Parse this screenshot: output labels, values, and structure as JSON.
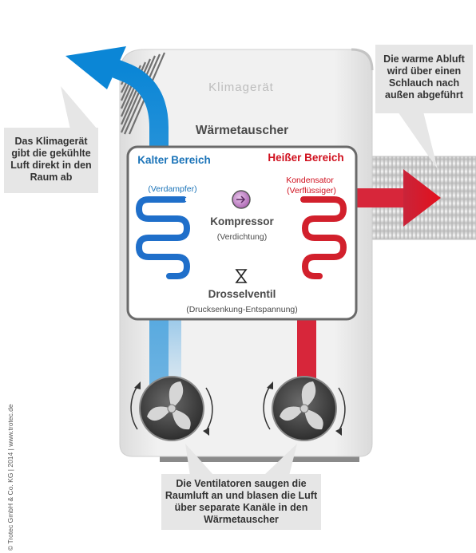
{
  "device": {
    "title": "Klimagerät",
    "heat_exchanger_title": "Wärmetauscher"
  },
  "zones": {
    "cold_label": "Kalter Bereich",
    "hot_label": "Heißer Bereich"
  },
  "components": {
    "evaporator": "(Verdampfer)",
    "condenser_line1": "Kondensator",
    "condenser_line2": "(Verflüssiger)",
    "compressor": "Kompressor",
    "compressor_sub": "(Verdichtung)",
    "valve": "Drosselventil",
    "valve_sub": "(Drucksenkung-Entspannung)"
  },
  "callouts": {
    "left": [
      "Das Klimagerät",
      "gibt die gekühlte",
      "Luft direkt in den",
      "Raum ab"
    ],
    "right": [
      "Die warme Abluft",
      "wird über einen",
      "Schlauch nach",
      "außen abgeführt"
    ],
    "bottom": [
      "Die Ventilatoren saugen die",
      "Raumluft an und blasen die Luft",
      "über separate Kanäle in den",
      "Wärmetauscher"
    ]
  },
  "copyright": "© Trotec GmbH & Co. KG | 2014 | www.trotec.de",
  "colors": {
    "cold": "#1e8fd6",
    "hot": "#e0182a",
    "cold_label": "#1a73b8",
    "hot_label": "#d0101e",
    "panel": "#ffffff",
    "device": "#eeeeee",
    "callout_bg": "#e6e6e6"
  }
}
